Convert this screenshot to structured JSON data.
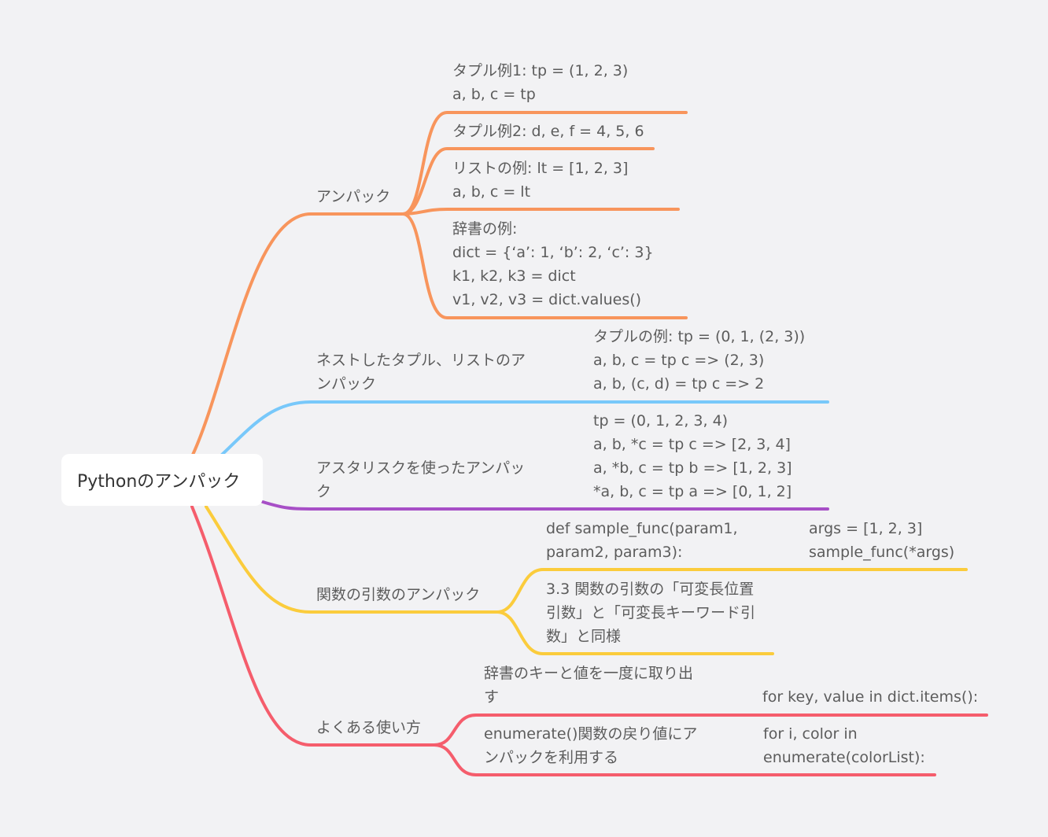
{
  "root": {
    "label": "Pythonのアンパック"
  },
  "colors": {
    "orange": "#f8955c",
    "blue": "#78c8fa",
    "purple": "#a74fc6",
    "yellow": "#fbcc3c",
    "red": "#f55d6c"
  },
  "branches": {
    "unpack": {
      "label": "アンパック",
      "children": {
        "tuple1": "タプル例1: tp = (1, 2, 3)\na, b, c = tp",
        "tuple2": "タプル例2: d, e, f = 4, 5, 6",
        "list": "リストの例: lt = [1, 2, 3]\na, b, c = lt",
        "dict": "辞書の例:\ndict = {‘a’: 1, ‘b’: 2, ‘c’: 3}\nk1, k2, k3 = dict\nv1, v2, v3 = dict.values()"
      }
    },
    "nested": {
      "label": "ネストしたタプル、リストのア\nンパック",
      "child": "タプルの例: tp = (0, 1, (2, 3))\na, b, c = tp  c => (2, 3)\na, b, (c, d) = tp c => 2"
    },
    "asterisk": {
      "label": "アスタリスクを使ったアンパッ\nク",
      "child": "tp = (0, 1, 2, 3, 4)\na, b, *c = tp c => [2, 3, 4]\na, *b, c = tp b => [1, 2, 3]\n*a, b, c = tp a => [0, 1, 2]"
    },
    "args": {
      "label": "関数の引数のアンパック",
      "def": "def sample_func(param1,\nparam2, param3):",
      "def_child": "args = [1, 2, 3]\nsample_func(*args)",
      "same": "3.3 関数の引数の「可変長位置\n引数」と「可変長キーワード引\n数」と同様"
    },
    "usage": {
      "label": "よくある使い方",
      "dict_kv": "辞書のキーと値を一度に取り出\nす",
      "dict_kv_code": "for key, value in dict.items():",
      "enumerate": "enumerate()関数の戻り値にア\nンパックを利用する",
      "enumerate_code": "for i, color in\nenumerate(colorList):"
    }
  }
}
